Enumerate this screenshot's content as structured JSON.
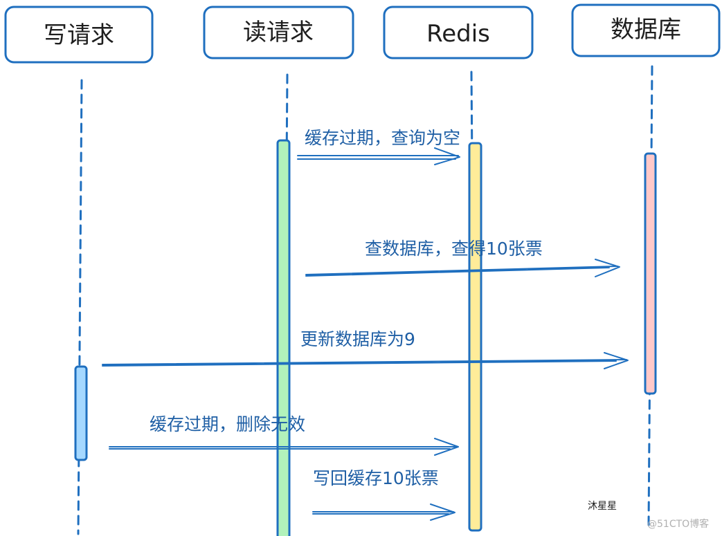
{
  "participants": [
    {
      "key": "write",
      "label": "写请求"
    },
    {
      "key": "read",
      "label": "读请求"
    },
    {
      "key": "redis",
      "label": "Redis"
    },
    {
      "key": "db",
      "label": "数据库"
    }
  ],
  "messages": [
    {
      "label": "缓存过期，查询为空"
    },
    {
      "label": "查数据库，查得10张票"
    },
    {
      "label": "更新数据库为9"
    },
    {
      "label": "缓存过期，删除无效"
    },
    {
      "label": "写回缓存10张票"
    }
  ],
  "activations": [
    {
      "participant": "write",
      "color": "#a5d8ff"
    },
    {
      "participant": "read",
      "color": "#b2f2bb"
    },
    {
      "participant": "redis",
      "color": "#ffec99"
    },
    {
      "participant": "db",
      "color": "#ffc9c9"
    }
  ],
  "watermark": {
    "author": "沐星星",
    "site": "@51CTO博客"
  },
  "colors": {
    "stroke": "#1f6fbf",
    "text": "#1f5fa5"
  }
}
